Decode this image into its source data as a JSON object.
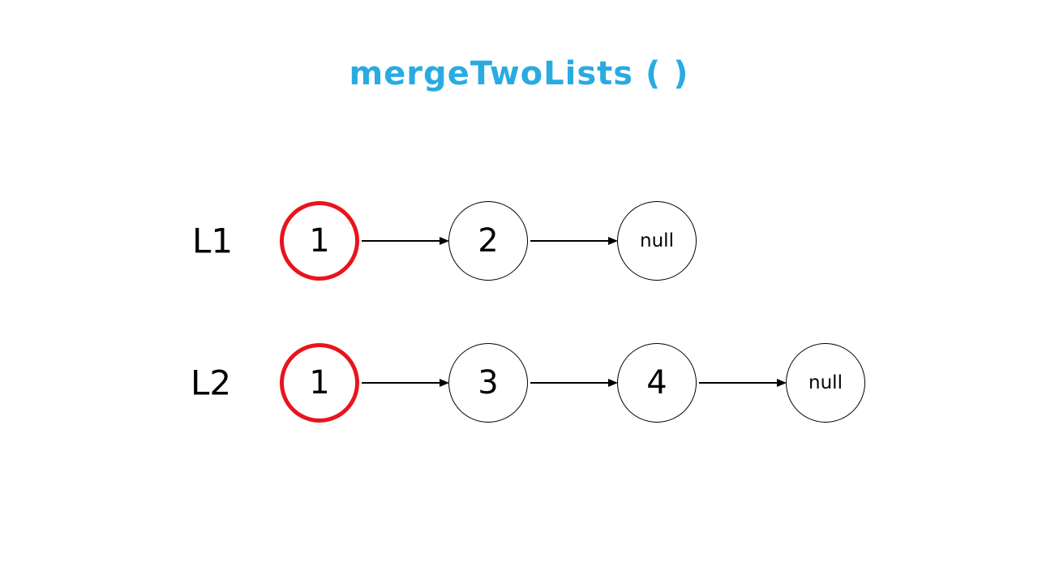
{
  "title": "mergeTwoLists ( )",
  "colors": {
    "title": "#29abe2",
    "highlight_border": "#e8141e",
    "node_border": "#000000"
  },
  "lists": [
    {
      "label": "L1",
      "nodes": [
        {
          "value": "1",
          "highlighted": true
        },
        {
          "value": "2",
          "highlighted": false
        },
        {
          "value": "null",
          "highlighted": false
        }
      ]
    },
    {
      "label": "L2",
      "nodes": [
        {
          "value": "1",
          "highlighted": true
        },
        {
          "value": "3",
          "highlighted": false
        },
        {
          "value": "4",
          "highlighted": false
        },
        {
          "value": "null",
          "highlighted": false
        }
      ]
    }
  ]
}
